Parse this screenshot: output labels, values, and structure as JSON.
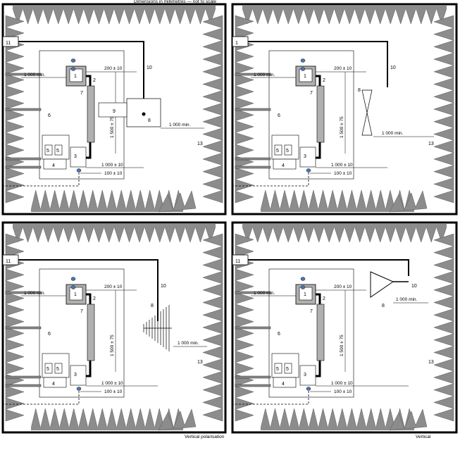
{
  "header_note": "Dimensions in millimetres — not to scale",
  "colors": {
    "absorber": "#8c8c8c",
    "absorber_edge": "#5a5a5a",
    "wall": "#000000",
    "device": "#b0b0b0",
    "probe": "#4a74b4"
  },
  "panels": [
    {
      "id": "panel-a",
      "antenna": "horn-box",
      "labels": {
        "wall_id": "11",
        "chamber": "13",
        "cable_run": "10",
        "antenna": "8",
        "support": "9",
        "eut": "1",
        "harness": "2",
        "supply": "3",
        "network": "4",
        "ports_a": "5",
        "ports_b": "5",
        "ground_plane": "6",
        "bench": "7"
      },
      "dims": {
        "to_wall": "1 000 min.",
        "eut_gap": "200 ± 10",
        "harness_len": "1 500 ± 75",
        "antenna_dist": "1 000 ± 10",
        "bench_edge": "100 ± 10",
        "antenna_wall": "1 000 min."
      },
      "polarization": ""
    },
    {
      "id": "panel-b",
      "antenna": "biconical",
      "labels": {
        "wall_id": "1",
        "chamber": "13",
        "cable_run": "10",
        "antenna": "8",
        "support": "",
        "eut": "1",
        "harness": "2",
        "supply": "3",
        "network": "4",
        "ports_a": "5",
        "ports_b": "5",
        "ground_plane": "6",
        "bench": "7"
      },
      "dims": {
        "to_wall": "1 000 min.",
        "eut_gap": "200 ± 10",
        "harness_len": "1 500 ± 75",
        "antenna_dist": "1 000 ± 10",
        "bench_edge": "100 ± 10",
        "antenna_wall": "1 000 min."
      },
      "polarization": ""
    },
    {
      "id": "panel-c",
      "antenna": "log-periodic",
      "labels": {
        "wall_id": "11",
        "chamber": "13",
        "cable_run": "10",
        "antenna": "8",
        "support": "",
        "eut": "1",
        "harness": "2",
        "supply": "3",
        "network": "4",
        "ports_a": "5",
        "ports_b": "5",
        "ground_plane": "6",
        "bench": "7"
      },
      "dims": {
        "to_wall": "1 000 min.",
        "eut_gap": "200 ± 10",
        "harness_len": "1 500 ± 75",
        "antenna_dist": "1 000 ± 10",
        "bench_edge": "100 ± 10",
        "antenna_wall": "1 000 min."
      },
      "polarization": "Vertical polarisation"
    },
    {
      "id": "panel-d",
      "antenna": "horn",
      "labels": {
        "wall_id": "11",
        "chamber": "13",
        "cable_run": "10",
        "antenna": "8",
        "support": "",
        "eut": "1",
        "harness": "2",
        "supply": "3",
        "network": "4",
        "ports_a": "5",
        "ports_b": "5",
        "ground_plane": "6",
        "bench": "7"
      },
      "dims": {
        "to_wall": "1 000 min.",
        "eut_gap": "200 ± 10",
        "harness_len": "1 500 ± 75",
        "antenna_dist": "1 000 ± 10",
        "bench_edge": "100 ± 10",
        "antenna_wall": "1 000 min."
      },
      "polarization": "Vertical"
    }
  ]
}
